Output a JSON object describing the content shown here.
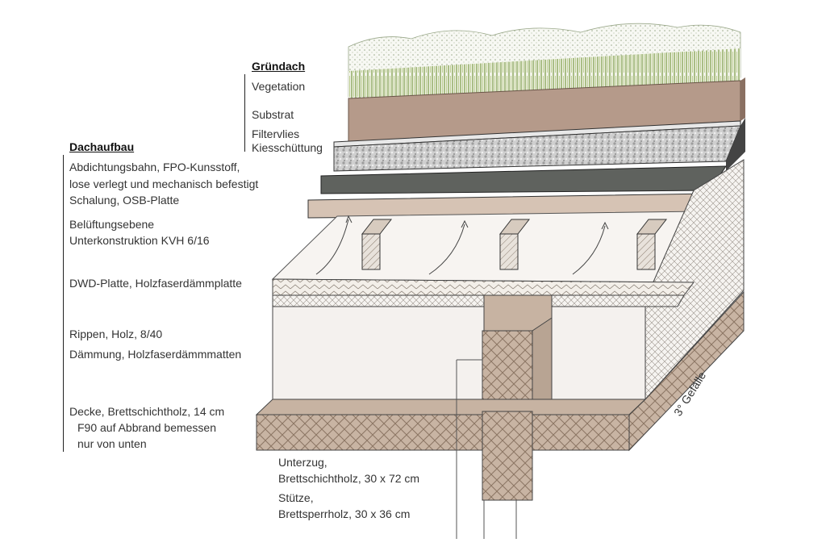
{
  "groups": {
    "gruendach": {
      "heading": "Gründach",
      "items": [
        "Vegetation",
        "Substrat",
        "Filtervlies",
        "Kiesschüttung"
      ]
    },
    "dachaufbau": {
      "heading": "Dachaufbau",
      "items": [
        "Abdichtungsbahn, FPO-Kunsstoff,",
        "lose verlegt und mechanisch befestigt",
        "Schalung, OSB-Platte",
        "Belüftungsebene",
        "Unterkonstruktion KVH 6/16",
        "DWD-Platte, Holzfaserdämmplatte",
        "Rippen, Holz, 8/40",
        "Dämmung, Holzfaserdämmmatten",
        "Decke, Brettschichtholz, 14 cm",
        "F90 auf Abbrand bemessen",
        "nur von unten"
      ]
    },
    "bottom": {
      "items": [
        "Unterzug,",
        "Brettschichtholz, 30 x 72 cm",
        "Stütze,",
        "Brettsperrholz, 30 x 36 cm"
      ]
    }
  },
  "slope_label": "3° Gefälle",
  "colors": {
    "substrate": "#b59a8a",
    "gravel": "#c9c9c9",
    "membrane": "#5f625e",
    "osb": "#d6c3b4",
    "insulation": "#f4f1ee",
    "wood_hatch": "#c7b3a2",
    "grass": "#7a9a44",
    "outline": "#3a3a3a"
  }
}
